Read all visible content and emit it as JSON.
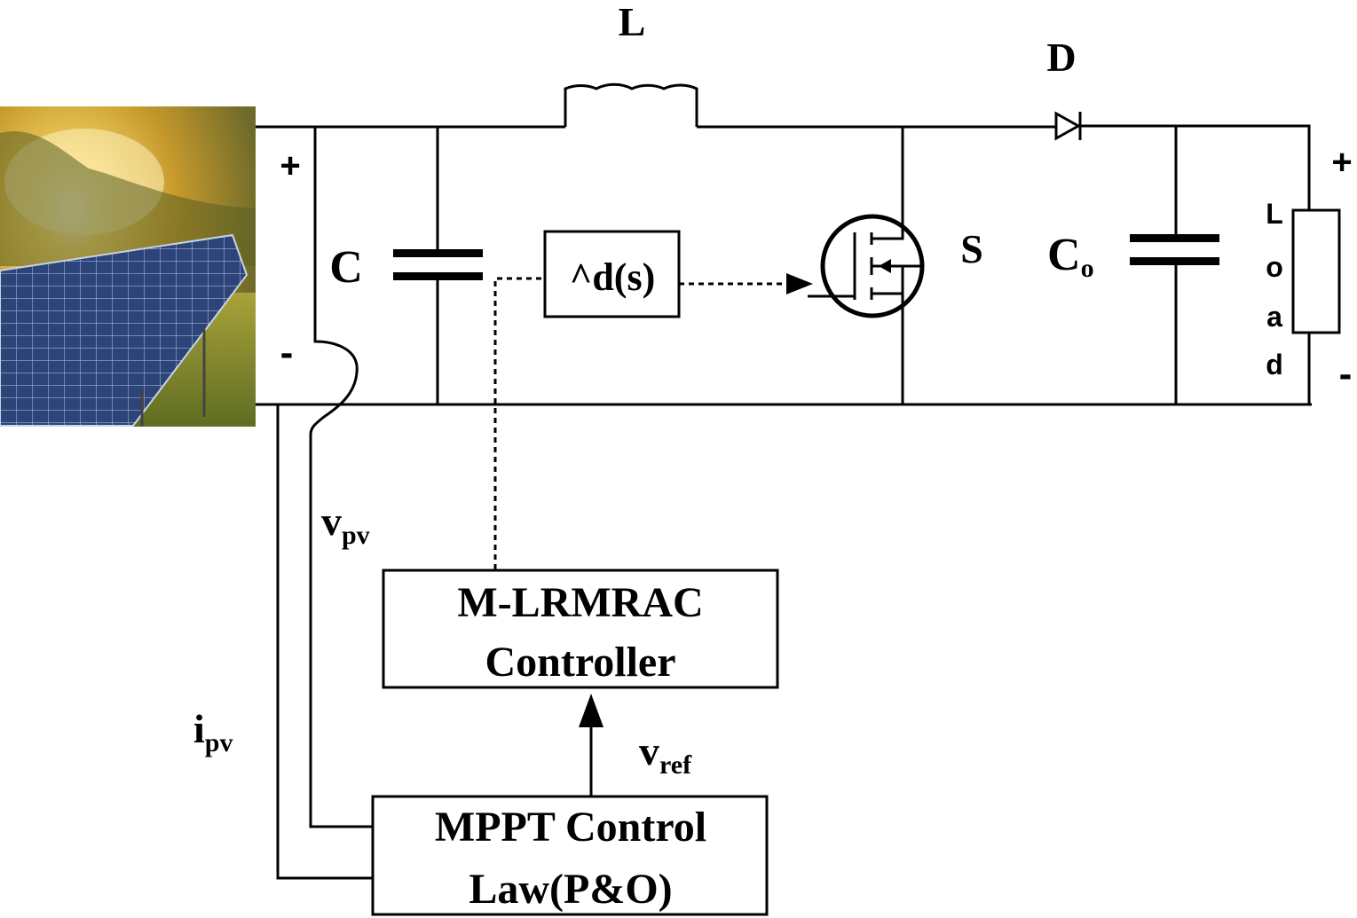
{
  "labels": {
    "inductor": "L",
    "diode": "D",
    "input_capacitor": "C",
    "output_capacitor": "C",
    "output_capacitor_sub": "o",
    "switch": "S",
    "duty_block": "^d(s)",
    "load_letters": [
      "L",
      "o",
      "a",
      "d"
    ],
    "pv_plus": "+",
    "pv_minus": "-",
    "out_plus": "+",
    "out_minus": "-",
    "vpv_main": "v",
    "vpv_sub": "pv",
    "ipv_main": "i",
    "ipv_sub": "pv",
    "vref_main": "v",
    "vref_sub": "ref"
  },
  "controller_block": {
    "line1": "M-LRMRAC",
    "line2": "Controller"
  },
  "mppt_block": {
    "line1": "MPPT Control",
    "line2": "Law(P&O)"
  },
  "colors": {
    "sky": "#f3c14a",
    "sun": "#fff6c8",
    "panel": "#2a3f6e",
    "grass": "#7a8a2a",
    "trees": "#4f5a1c"
  }
}
